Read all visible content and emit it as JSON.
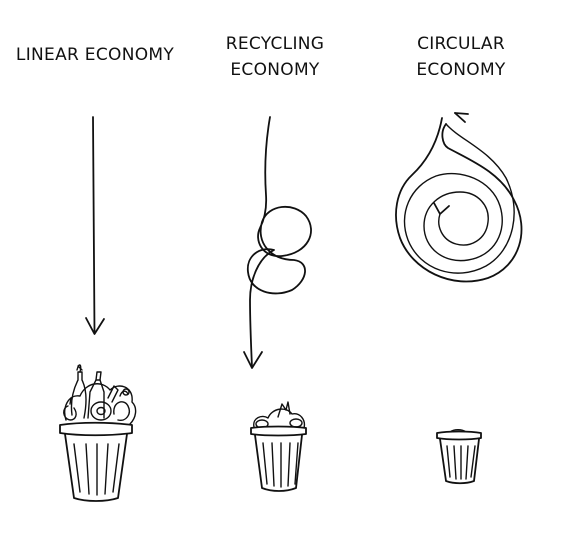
{
  "columns": [
    {
      "id": "linear",
      "label_lines": [
        "LINEAR ECONOMY"
      ],
      "path_shape": "straight-arrow",
      "waste_level": "large"
    },
    {
      "id": "recycling",
      "label_lines": [
        "RECYCLING",
        "ECONOMY"
      ],
      "path_shape": "looped-arrow",
      "waste_level": "medium"
    },
    {
      "id": "circular",
      "label_lines": [
        "CIRCULAR",
        "ECONOMY"
      ],
      "path_shape": "spiral-loop",
      "waste_level": "small"
    }
  ],
  "icons": {
    "bin": "trash-bin-icon",
    "arrow": "arrow-down-icon"
  },
  "colors": {
    "ink": "#111111",
    "background": "#ffffff"
  }
}
